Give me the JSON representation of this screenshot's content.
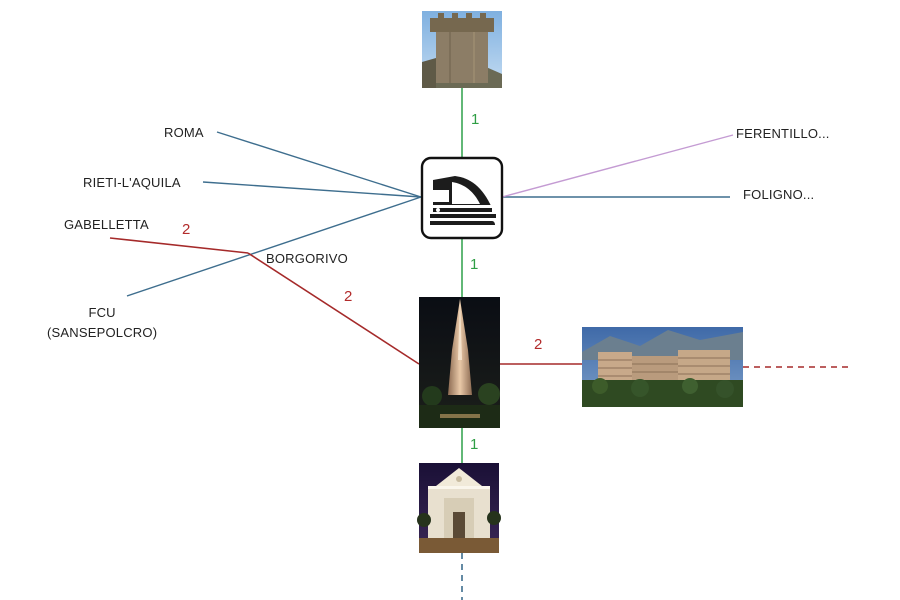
{
  "colors": {
    "line1": "#3aa655",
    "line2": "#a52a2a",
    "rail": "#3e6e8e",
    "ferentillo": "#c49bd3",
    "label_green": "#2e9e44",
    "label_red": "#b22b2b"
  },
  "destinations": {
    "roma": "ROMA",
    "rieti": "RIETI-L'AQUILA",
    "gabelletta": "GABELLETTA",
    "fcu": "FCU\n(SANSEPOLCRO)",
    "ferentillo": "FERENTILLO...",
    "foligno": "FOLIGNO...",
    "borgorivo": "BORGORIVO"
  },
  "line_numbers": {
    "tower_station": "1",
    "station_obelisk": "1",
    "obelisk_church": "1",
    "gabelletta": "2",
    "borgorivo_obelisk": "2",
    "obelisk_hospital": "2"
  },
  "icons": {
    "station": "train-station-icon"
  }
}
